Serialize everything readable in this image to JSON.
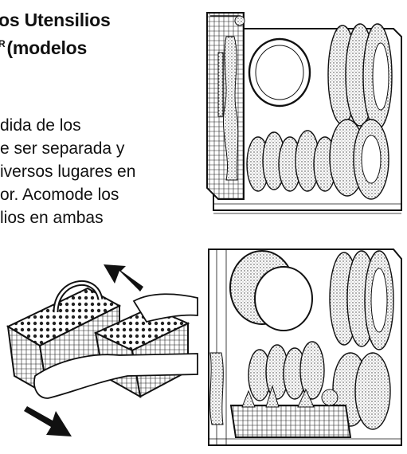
{
  "heading": {
    "line1": "os Utensilios",
    "line2_superscript": "R",
    "line2": "(modelos"
  },
  "body": {
    "lines": [
      "dida de los",
      "e ser separada y",
      "iversos lugares en",
      "or. Acomode los",
      "lios en ambas"
    ]
  },
  "figures": {
    "top": "dishwasher-rack-basket-left-side",
    "bottom": "dishwasher-rack-basket-front",
    "basket": "silverware-basket-being-separated"
  }
}
